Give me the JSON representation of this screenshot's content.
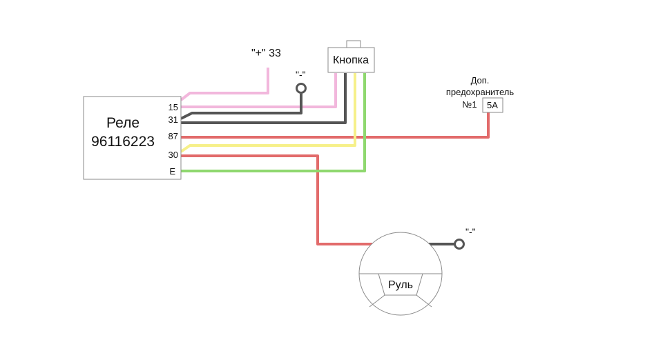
{
  "relay": {
    "title": "Реле",
    "part_number": "96116223",
    "pins": {
      "p15": "15",
      "p31": "31",
      "p87": "87",
      "p30": "30",
      "pE": "E"
    }
  },
  "button": {
    "label": "Кнопка"
  },
  "labels": {
    "plus33": "\"+\" 33",
    "ground_top": "\"-\"",
    "ground_wheel": "\"-\""
  },
  "fuse": {
    "line1": "Доп.",
    "line2": "предохранитель",
    "number": "№1",
    "rating": "5A"
  },
  "wheel": {
    "label": "Руль"
  },
  "colors": {
    "pink": "#f2b7dc",
    "black": "#555555",
    "red": "#e26b6b",
    "yellow": "#f6f08a",
    "green": "#8fd86f",
    "box_border": "#8a8a8a"
  }
}
